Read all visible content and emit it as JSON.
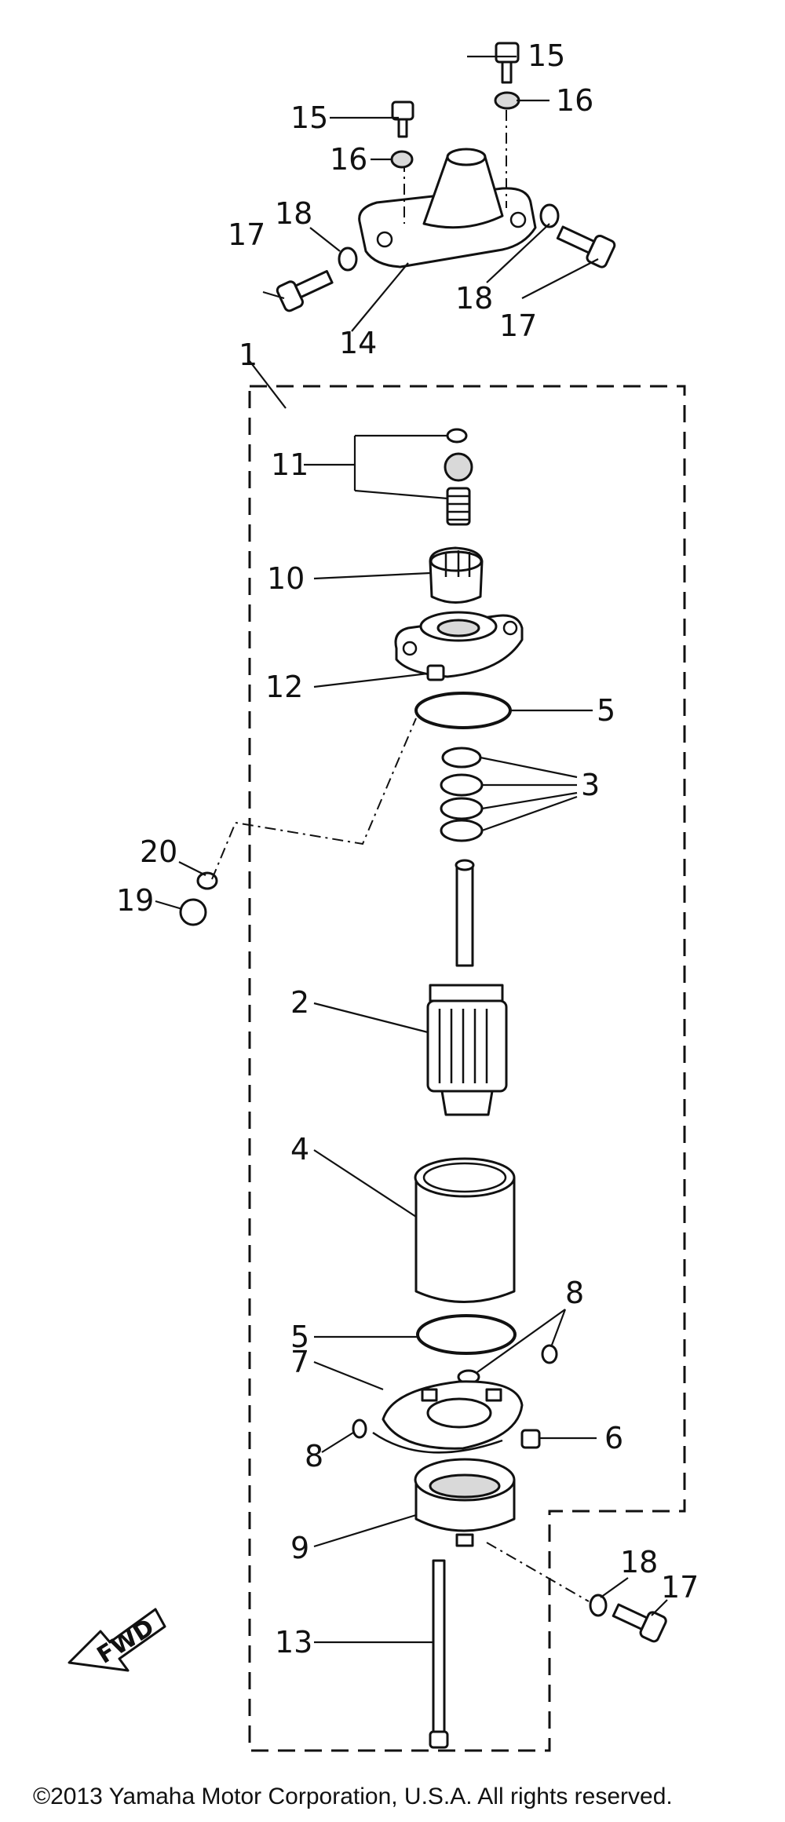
{
  "callouts": {
    "c1": "1",
    "c2": "2",
    "c3": "3",
    "c4": "4",
    "c5a": "5",
    "c5b": "5",
    "c6": "6",
    "c7": "7",
    "c8a": "8",
    "c8b": "8",
    "c9": "9",
    "c10": "10",
    "c11": "11",
    "c12": "12",
    "c13": "13",
    "c14": "14",
    "c15a": "15",
    "c15b": "15",
    "c16a": "16",
    "c16b": "16",
    "c17a": "17",
    "c17b": "17",
    "c17c": "17",
    "c18a": "18",
    "c18b": "18",
    "c18c": "18",
    "c19": "19",
    "c20": "20"
  },
  "fwd_label": "FWD",
  "copyright": "©2013 Yamaha Motor Corporation, U.S.A. All rights reserved."
}
